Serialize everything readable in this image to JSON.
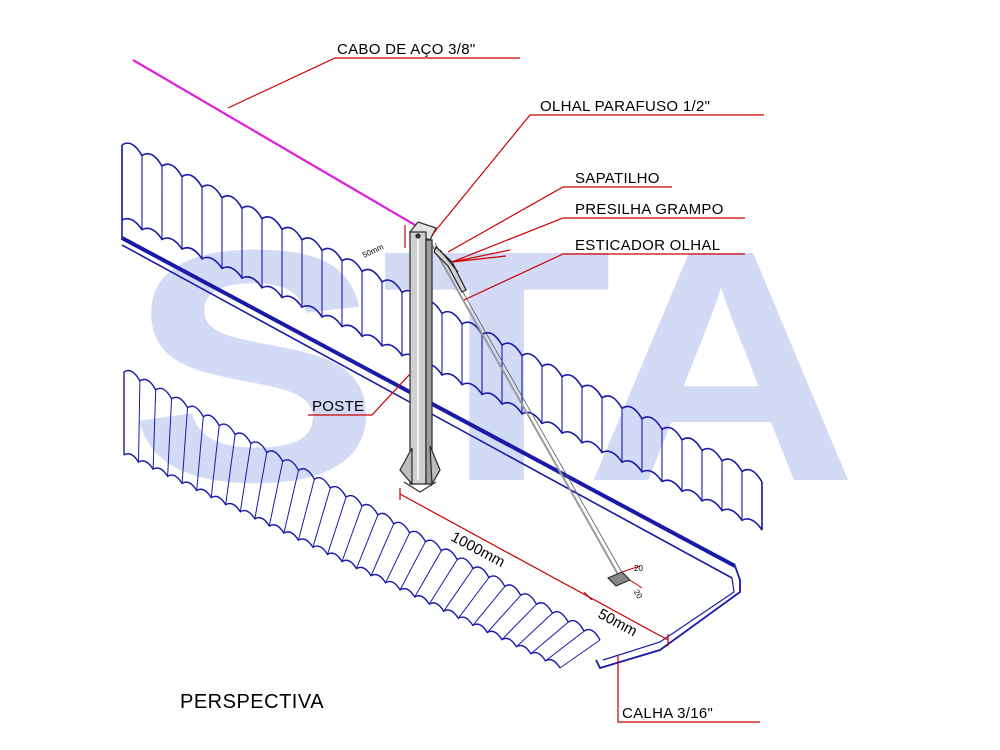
{
  "watermark": "STA",
  "title": "PERSPECTIVA",
  "labels": {
    "cable": "CABO DE AÇO 3/8\"",
    "eyebolt": "OLHAL PARAFUSO 1/2\"",
    "thimble": "SAPATILHO",
    "clip": "PRESILHA GRAMPO",
    "turnbuckle": "ESTICADOR OLHAL",
    "post": "POSTE",
    "gutter": "CALHA 3/16\""
  },
  "dimensions": {
    "top_offset": "50mm",
    "span": "1000mm",
    "edge": "50mm",
    "plate_a": "20",
    "plate_b": "20"
  },
  "colors": {
    "roof_outline": "#1a1aa8",
    "cable": "#e020e0",
    "leaders": "#cc0000",
    "watermark": "#ccd4f4"
  }
}
